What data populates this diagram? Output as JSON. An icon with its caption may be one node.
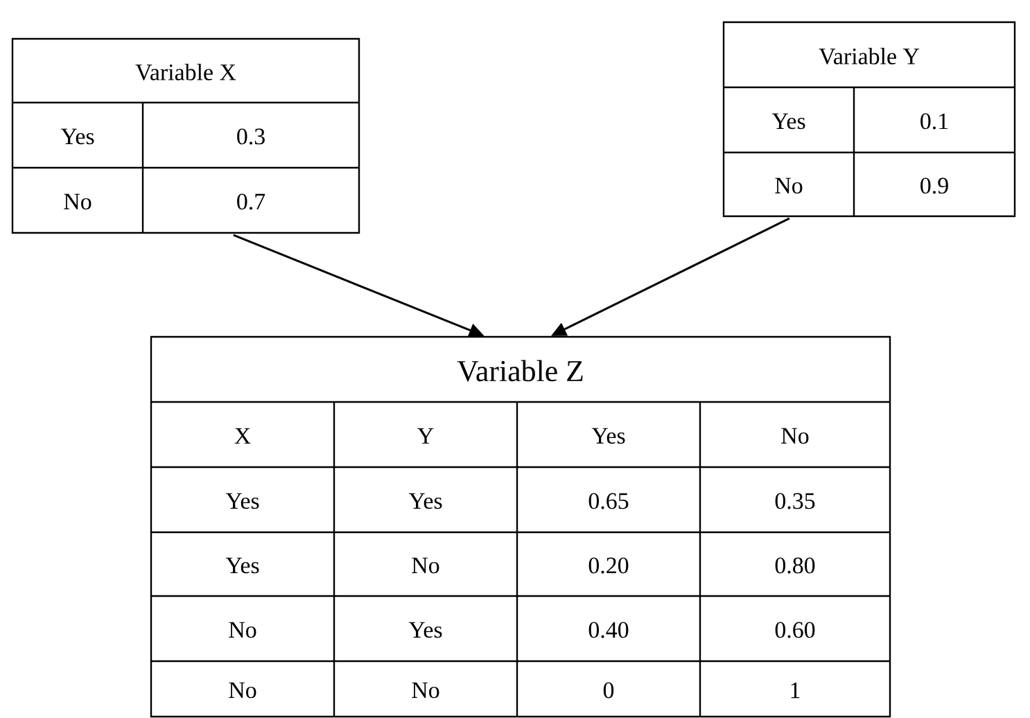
{
  "diagram": {
    "nodes": [
      {
        "text": [
          "Variable X",
          "Yes",
          "0.3",
          "No",
          "0.7"
        ]
      },
      {
        "text": [
          "Variable Y",
          "Yes",
          "0.1",
          "No",
          "0.9"
        ]
      },
      {
        "text": [
          "Variable Z",
          "X",
          "Y",
          "Yes",
          "No",
          "Yes",
          "Yes",
          "0.65",
          "0.35",
          "Yes",
          "No",
          "0.20",
          "0.80",
          "No",
          "Yes",
          "0.40",
          "0.60",
          "No",
          "No",
          "0",
          "1"
        ]
      }
    ],
    "edges": [
      {
        "from": 0,
        "to": 2,
        "arrow": "to"
      },
      {
        "from": 1,
        "to": 2,
        "arrow": "to"
      }
    ]
  }
}
